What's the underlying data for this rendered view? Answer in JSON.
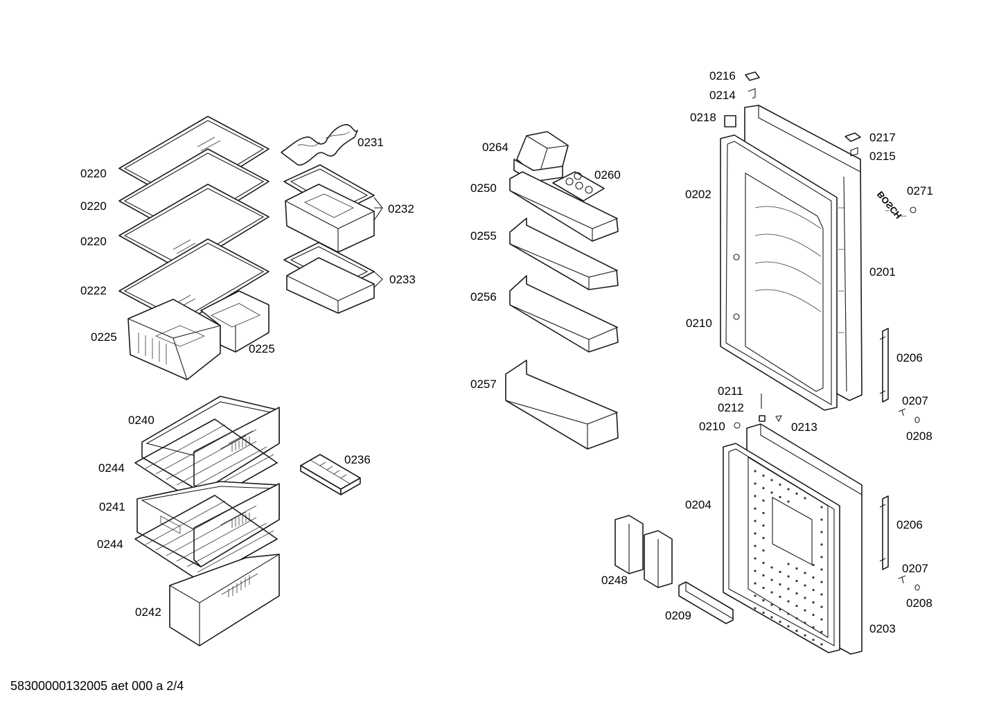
{
  "footer_text": "58300000132005 aet 000 a 2/4",
  "labels": {
    "l0220a": "0220",
    "l0220b": "0220",
    "l0220c": "0220",
    "l0222": "0222",
    "l0225a": "0225",
    "l0225b": "0225",
    "l0231": "0231",
    "l0232": "0232",
    "l0233": "0233",
    "l0240": "0240",
    "l0244a": "0244",
    "l0241": "0241",
    "l0244b": "0244",
    "l0242": "0242",
    "l0236": "0236",
    "l0264": "0264",
    "l0260": "0260",
    "l0250": "0250",
    "l0255": "0255",
    "l0256": "0256",
    "l0257": "0257",
    "l0216": "0216",
    "l0214": "0214",
    "l0218": "0218",
    "l0217": "0217",
    "l0215": "0215",
    "l0202": "0202",
    "l0271": "0271",
    "l0201": "0201",
    "l0210a": "0210",
    "l0206a": "0206",
    "l0211": "0211",
    "l0212": "0212",
    "l0210b": "0210",
    "l0213": "0213",
    "l0207a": "0207",
    "l0208a": "0208",
    "l0204": "0204",
    "l0206b": "0206",
    "l0207b": "0207",
    "l0208b": "0208",
    "l0248": "0248",
    "l0209": "0209",
    "l0203": "0203"
  },
  "logo_text": "BOSCH"
}
